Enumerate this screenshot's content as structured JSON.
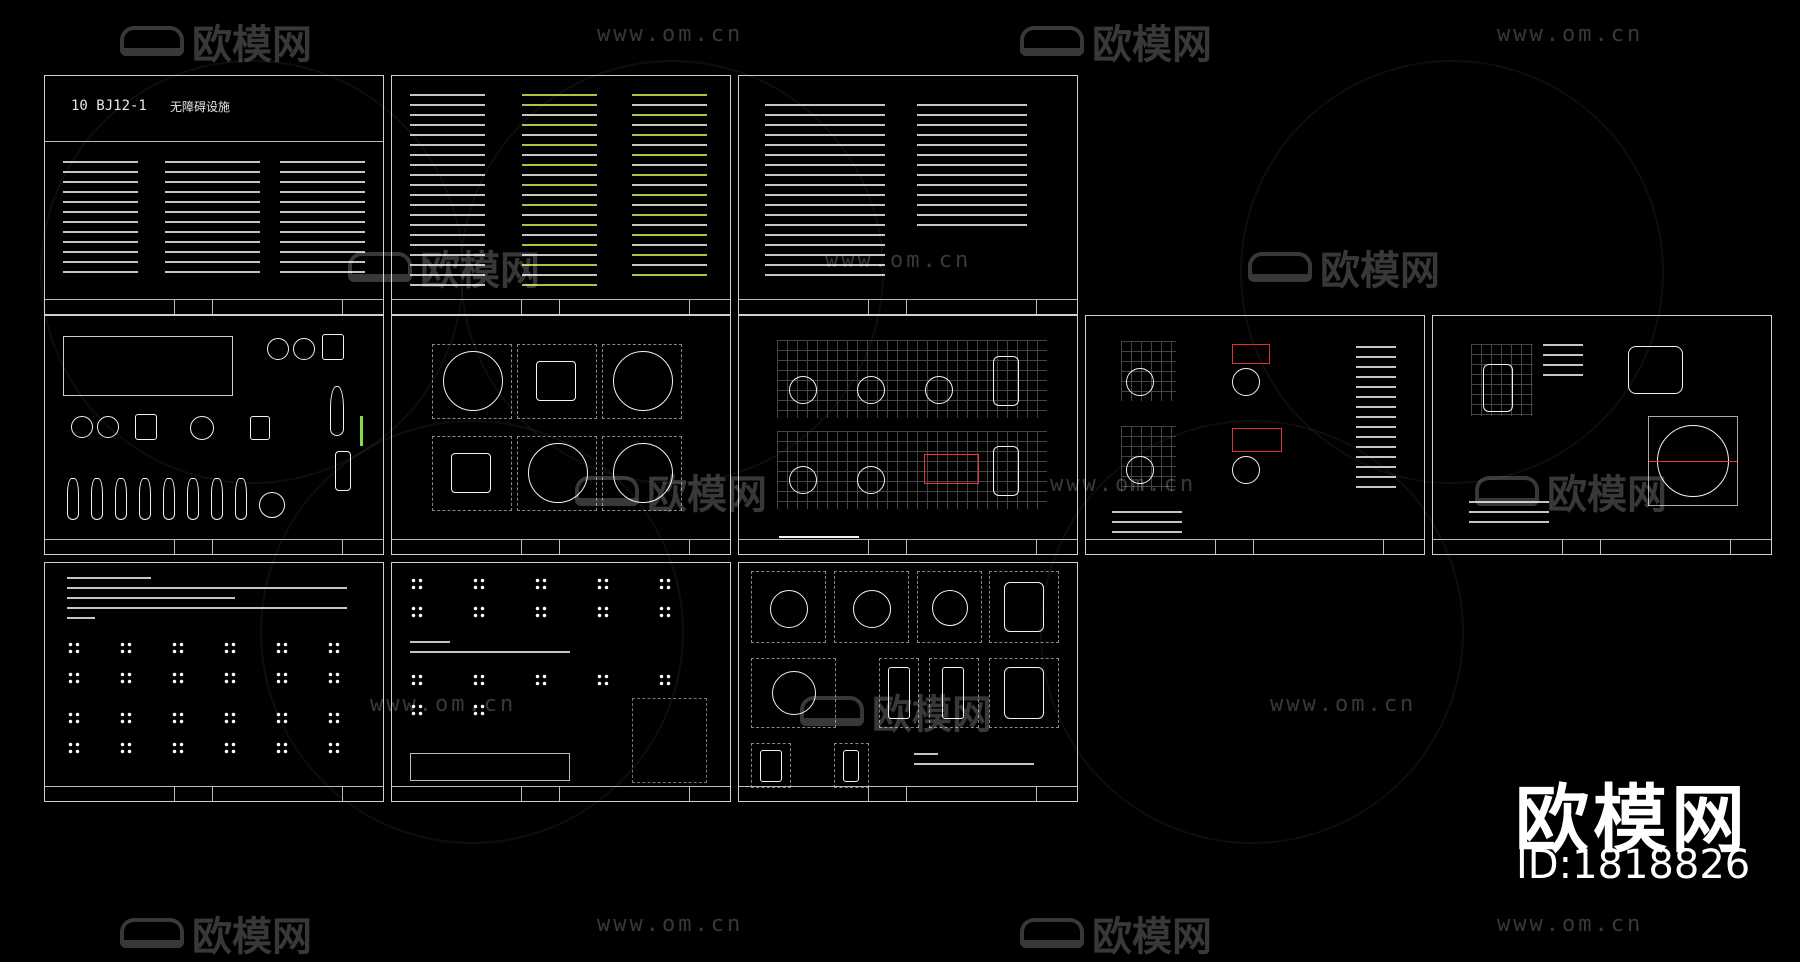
{
  "watermark": {
    "logo_text": "欧模网",
    "url_text": "www.om.cn"
  },
  "cover": {
    "code": "10 BJ12-1",
    "title": "无障碍设施"
  },
  "brand": {
    "name": "欧模网",
    "id_label": "ID:1818826"
  },
  "colors": {
    "background": "#000000",
    "line": "#f2f2f2",
    "title_yellow": "#ffd400",
    "dimension_green": "#7ee04f",
    "highlight_red": "#e33333"
  }
}
